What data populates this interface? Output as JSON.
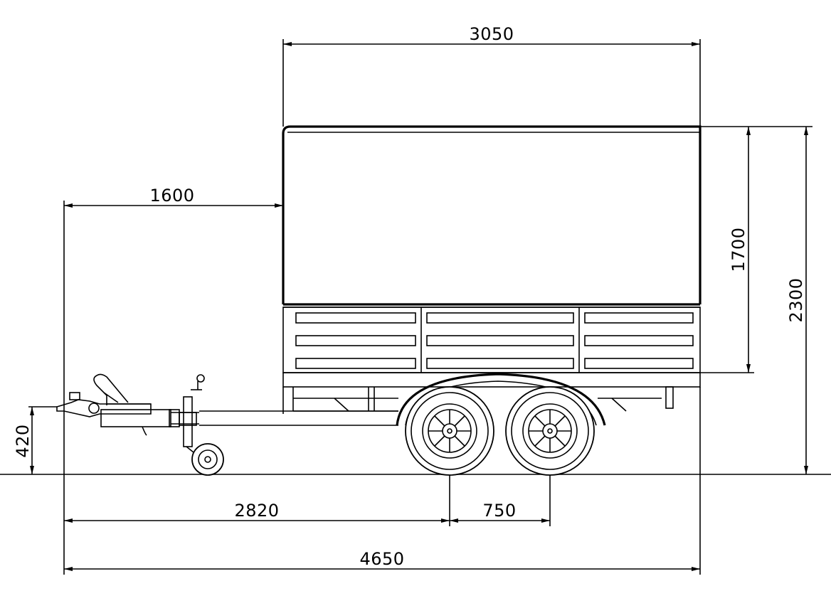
{
  "dimensions": {
    "overall_length": "4650",
    "body_length": "3050",
    "drawbar_to_body": "1600",
    "axle_position": "2820",
    "axle_spacing": "750",
    "cover_height": "1700",
    "total_height": "2300",
    "coupling_height": "420"
  }
}
